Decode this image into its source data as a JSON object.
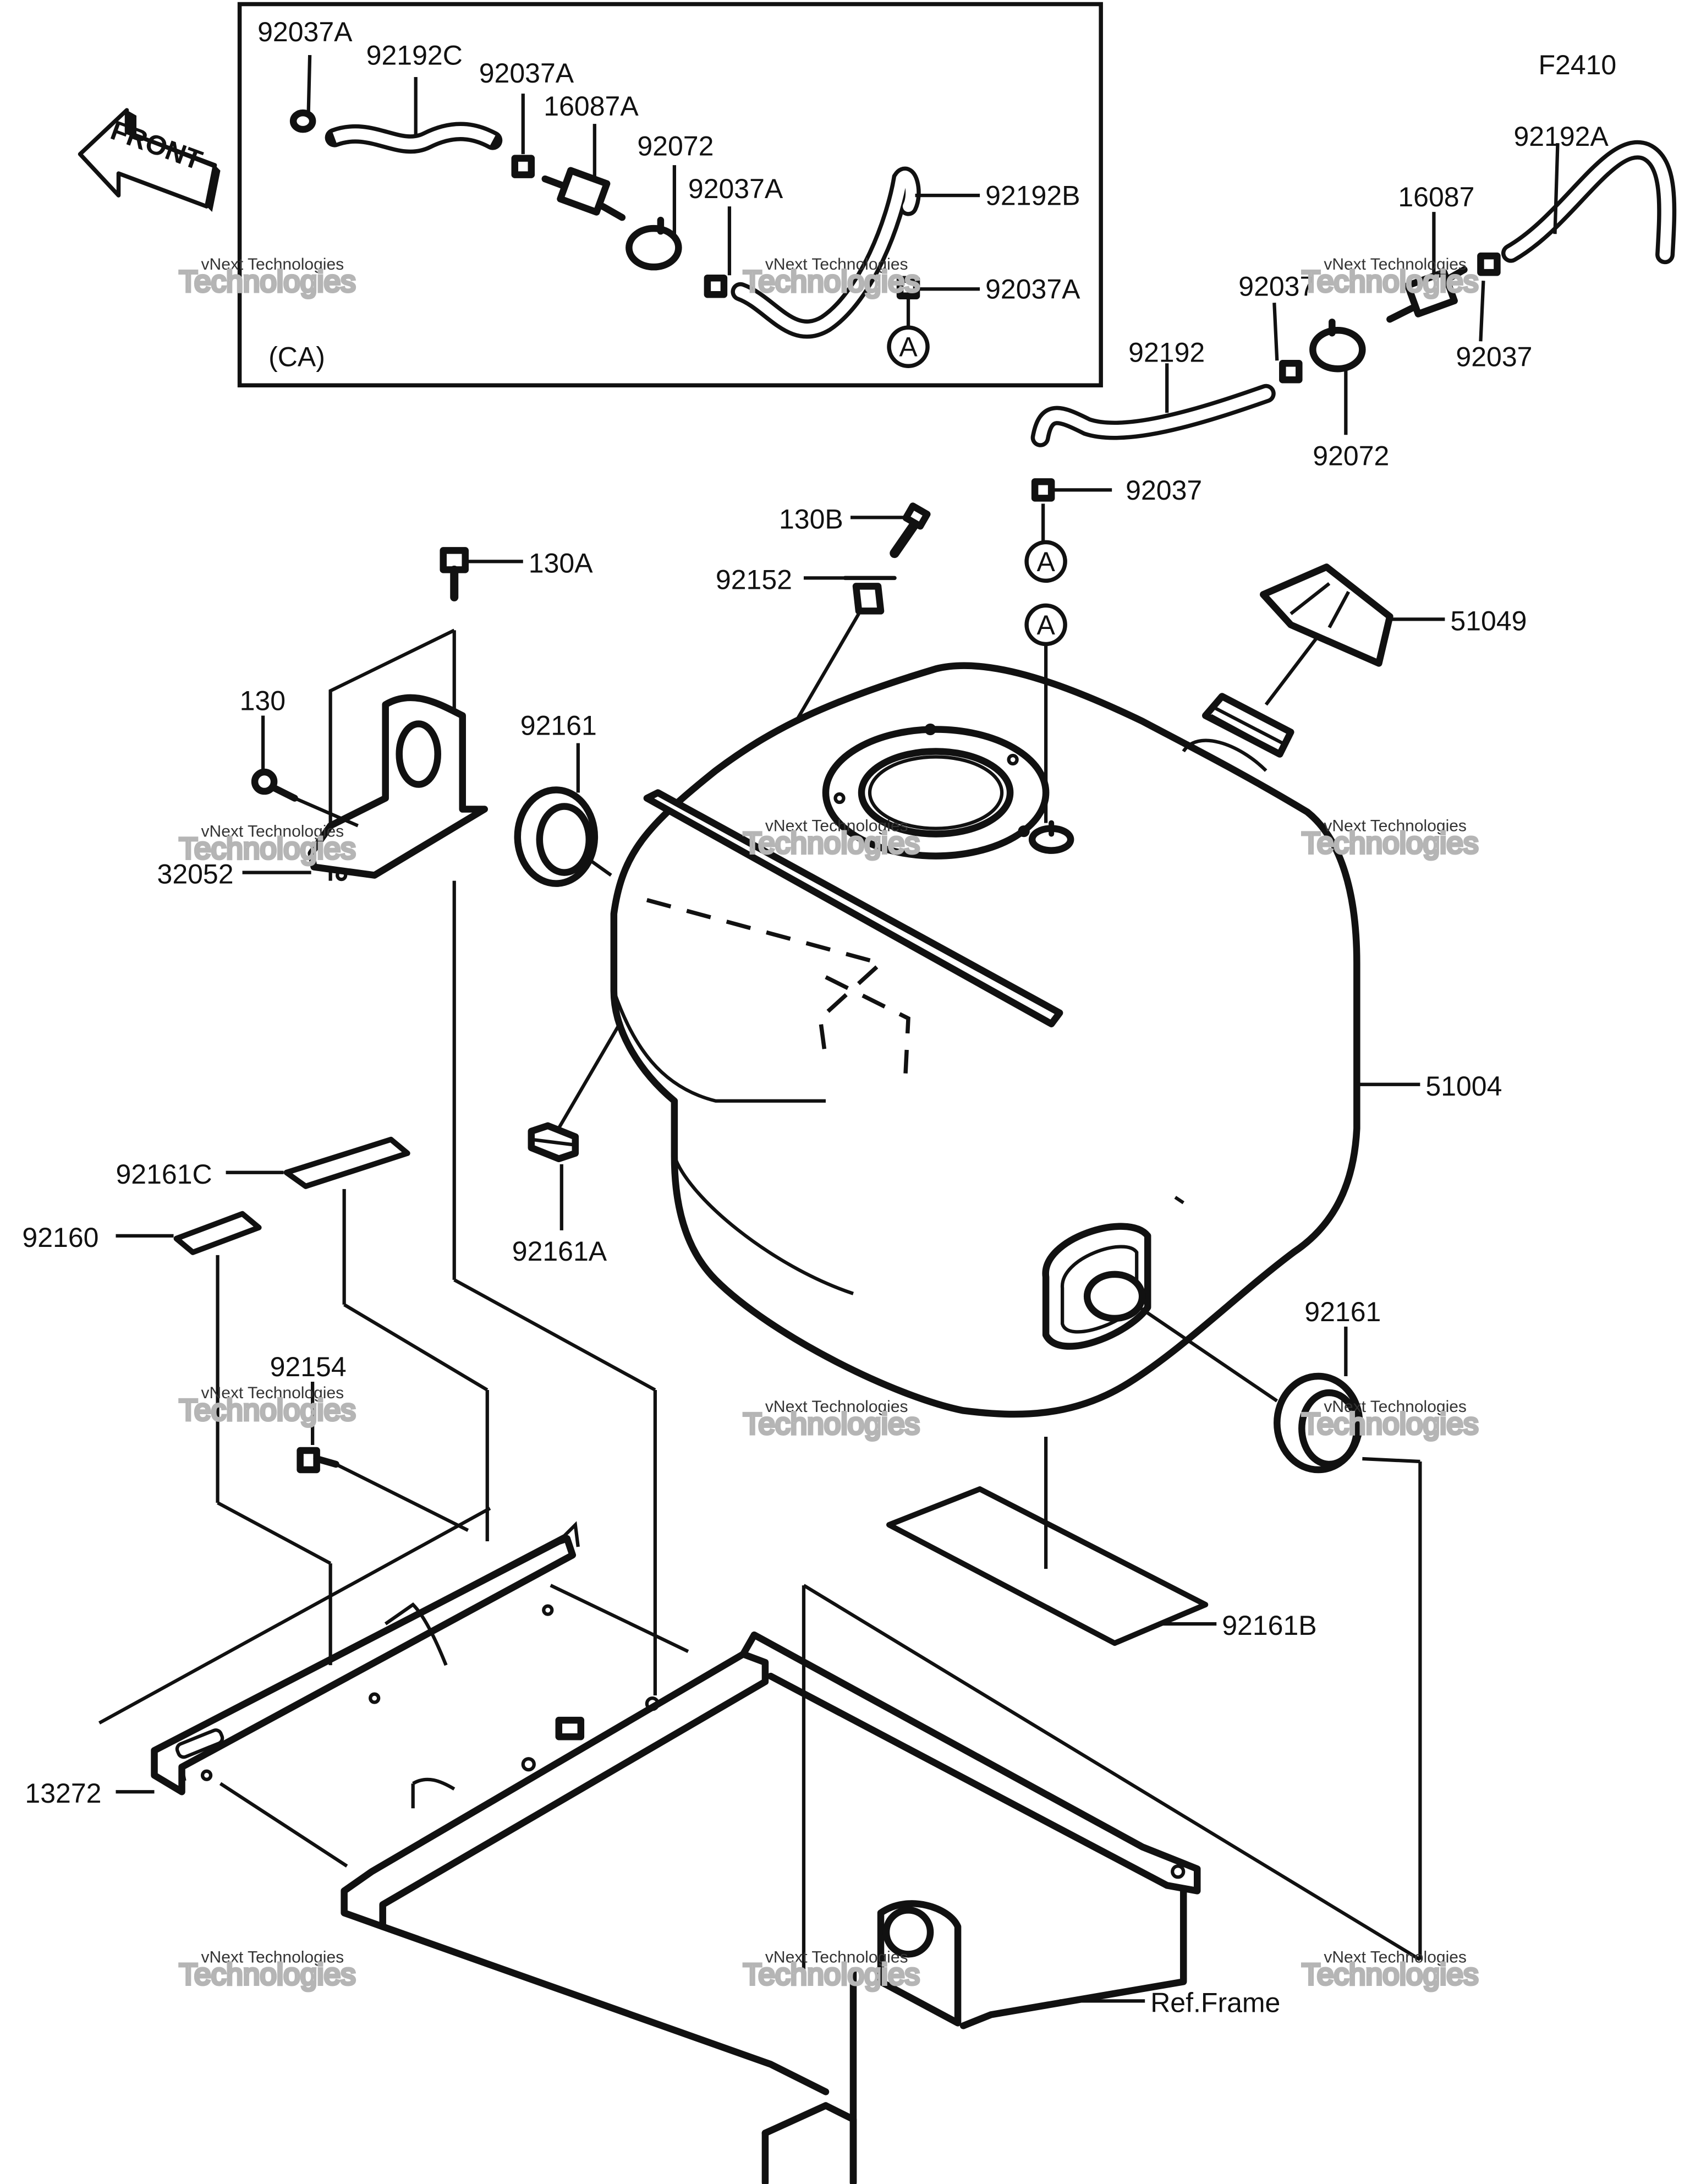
{
  "figure_code": "F2410",
  "inset_label": "(CA)",
  "front_label": "FRONT",
  "watermark": {
    "line1": "vNext Technologies",
    "line2": "Technologies",
    "tag": "vNext"
  },
  "ref_marker": "A",
  "parts": {
    "p92037A_1": "92037A",
    "p92192C": "92192C",
    "p92037A_2": "92037A",
    "p16087A": "16087A",
    "p92072_ca": "92072",
    "p92037A_3": "92037A",
    "p92192B": "92192B",
    "p92037A_4": "92037A",
    "p92192A": "92192A",
    "p16087": "16087",
    "p92037_1": "92037",
    "p92037_2": "92037",
    "p92192": "92192",
    "p92072": "92072",
    "p92037_3": "92037",
    "p130B": "130B",
    "p92152": "92152",
    "p130A": "130A",
    "p51049": "51049",
    "p130": "130",
    "p92161_1": "92161",
    "p32052": "32052",
    "p51004": "51004",
    "p92161C": "92161C",
    "p92160": "92160",
    "p92161A": "92161A",
    "p92161_2": "92161",
    "p92154": "92154",
    "p92161B": "92161B",
    "p13272": "13272",
    "ref_frame": "Ref.Frame"
  }
}
